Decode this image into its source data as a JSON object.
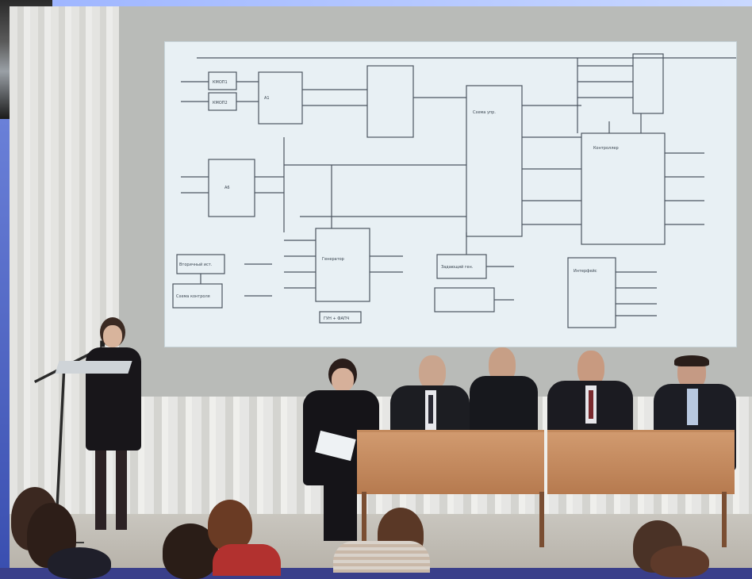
{
  "scene": {
    "description_tags": [
      "conference-hall",
      "projection-screen",
      "panel-table",
      "speaker-at-lectern",
      "audience"
    ],
    "colors": {
      "frame_blue": "#3a3f8a",
      "screen_bg": "#e8f0f4",
      "table_wood": "#c88d60",
      "suit_dark": "#1b1b1f"
    }
  },
  "slide": {
    "blocks": [
      "А1",
      "КМОП1",
      "КМОП2",
      "А6",
      "Схема управления",
      "Контроллер",
      "Генератор",
      "Вторичный источник питания",
      "Схема контроля",
      "Задающий генератор",
      "Интерфейс",
      "ГУН + ФАПЧ"
    ]
  }
}
